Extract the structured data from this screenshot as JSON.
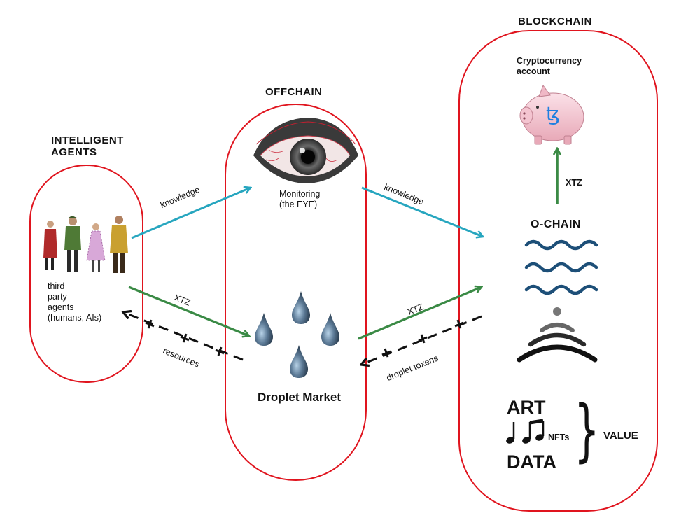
{
  "sections": {
    "agents": {
      "title_line1": "INTELLIGENT",
      "title_line2": "AGENTS",
      "desc": [
        "third",
        "party",
        "agents",
        "(humans, AIs)"
      ]
    },
    "offchain": {
      "title": "OFFCHAIN",
      "monitor_line1": "Monitoring",
      "monitor_line2": "(the EYE)",
      "market": "Droplet Market"
    },
    "blockchain": {
      "title": "BLOCKCHAIN",
      "account_line1": "Cryptocurrency",
      "account_line2": "account",
      "ochain": "O-CHAIN",
      "xtz": "XTZ",
      "art": "ART",
      "nfts": "NFTs",
      "data": "DATA",
      "value": "VALUE",
      "tezos_symbol": "ꜩ"
    }
  },
  "arrows": {
    "knowledge_left": "knowledge",
    "knowledge_right": "knowledge",
    "xtz_left": "XTZ",
    "xtz_right": "XTZ",
    "resources": "resources",
    "droplet_tokens": "droplet toxens"
  },
  "icons": [
    "eye-icon",
    "droplet-icon",
    "piggy-bank-icon",
    "wave-icon",
    "signal-icon",
    "music-notes-icon",
    "people-figures"
  ],
  "colors": {
    "frame": "#e0141e",
    "knowledge": "#27a6bf",
    "xtz": "#3a8a45",
    "resources": "#111111",
    "wave": "#1d4f78"
  }
}
